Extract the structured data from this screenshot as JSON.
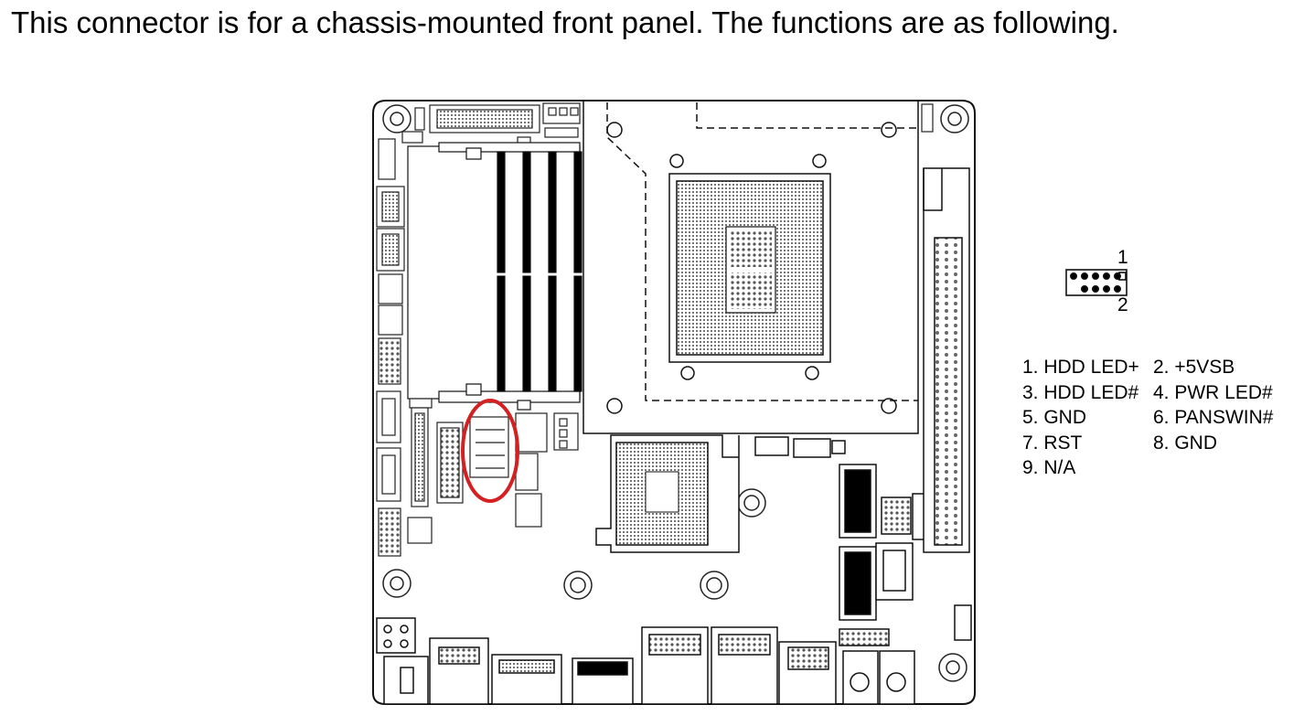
{
  "heading": "This connector is for a chassis-mounted front panel. The functions are as following.",
  "connector": {
    "pin_label_top": "1",
    "pin_label_bottom": "2"
  },
  "functions": [
    [
      "1. HDD LED+",
      "2. +5VSB"
    ],
    [
      "3. HDD LED#",
      "4. PWR LED#"
    ],
    [
      "5. GND",
      "6. PANSWIN#"
    ],
    [
      "7. RST",
      "8. GND"
    ],
    [
      "9. N/A",
      ""
    ]
  ],
  "colors": {
    "highlight": "#d42020"
  }
}
